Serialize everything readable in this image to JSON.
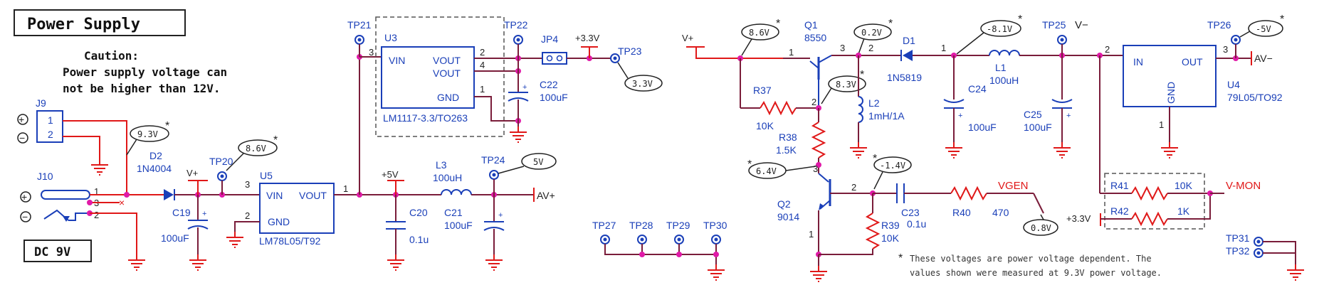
{
  "title": "Power Supply",
  "caution": {
    "line1": "Caution:",
    "line2": "Power supply voltage can",
    "line3": "not  be higher than 12V."
  },
  "dc_label": "DC 9V",
  "note": {
    "mark": "*",
    "line1": "These voltages are power voltage dependent. The",
    "line2": "values shown were measured at 9.3V power voltage."
  },
  "measurements": {
    "v_9v3": "9.3V",
    "v_8v6_a": "8.6V",
    "v_5v": "5V",
    "v_3v3": "3.3V",
    "v_8v6_b": "8.6V",
    "v_0v2": "0.2V",
    "v_neg8v1": "-8.1V",
    "v_neg5v": "-5V",
    "v_8v3": "8.3V",
    "v_neg1v4": "-1.4V",
    "v_6v4": "6.4V",
    "v_0v8": "0.8V",
    "star": "*"
  },
  "connectors": {
    "J9": "J9",
    "J9_p1": "1",
    "J9_p2": "2",
    "J10": "J10",
    "J10_p1": "1",
    "J10_p2": "2",
    "J10_p3": "3",
    "JP4": "JP4",
    "plus": "+",
    "minus": "−"
  },
  "regulators": {
    "U5": {
      "ref": "U5",
      "vin": "VIN",
      "vout": "VOUT",
      "gnd": "GND",
      "part": "LM78L05/T92",
      "p1": "1",
      "p2": "2",
      "p3": "3"
    },
    "U3": {
      "ref": "U3",
      "vin": "VIN",
      "vout1": "VOUT",
      "vout2": "VOUT",
      "gnd": "GND",
      "part": "LM1117-3.3/TO263",
      "p1": "1",
      "p2": "2",
      "p3": "3",
      "p4": "4"
    },
    "U4": {
      "ref": "U4",
      "in": "IN",
      "out": "OUT",
      "gnd": "GND",
      "part": "79L05/TO92",
      "p1": "1",
      "p2": "2",
      "p3": "3"
    }
  },
  "components": {
    "D2": "D2",
    "D2_val": "1N4004",
    "C19": "C19",
    "C19_val": "100uF",
    "C20": "C20",
    "C20_val": "0.1u",
    "L3": "L3",
    "L3_val": "100uH",
    "C21": "C21",
    "C21_val": "100uF",
    "C22": "C22",
    "C22_val": "100uF",
    "Q1": "Q1",
    "Q1_val": "8550",
    "R37": "R37",
    "R37_val": "10K",
    "R38": "R38",
    "R38_val": "1.5K",
    "L2": "L2",
    "L2_val": "1mH/1A",
    "D1": "D1",
    "D1_val": "1N5819",
    "C24": "C24",
    "C24_val": "100uF",
    "L1": "L1",
    "L1_val": "100uH",
    "C25": "C25",
    "C25_val": "100uF",
    "Q2": "Q2",
    "Q2_val": "9014",
    "C23": "C23",
    "C23_val": "0.1u",
    "R39": "R39",
    "R39_val": "10K",
    "R40": "R40",
    "R40_val": "470",
    "R41": "R41",
    "R41_val": "10K",
    "R42": "R42",
    "R42_val": "1K",
    "pin1": "1",
    "pin2": "2",
    "pin3": "3"
  },
  "test_points": {
    "TP20": "TP20",
    "TP21": "TP21",
    "TP22": "TP22",
    "TP23": "TP23",
    "TP24": "TP24",
    "TP25": "TP25",
    "TP26": "TP26",
    "TP27": "TP27",
    "TP28": "TP28",
    "TP29": "TP29",
    "TP30": "TP30",
    "TP31": "TP31",
    "TP32": "TP32"
  },
  "nets": {
    "vplus": "V+",
    "vminus": "V−",
    "plus5v": "+5V",
    "plus3v3": "+3.3V",
    "av_plus": "AV+",
    "av_minus": "AV−",
    "vgen": "VGEN",
    "vmon": "V-MON"
  }
}
